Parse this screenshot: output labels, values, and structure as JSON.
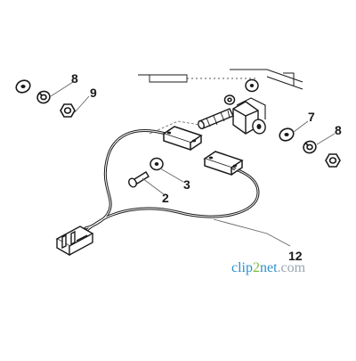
{
  "diagram": {
    "callouts": {
      "p8_top": "8",
      "p9": "9",
      "p7": "7",
      "p8_right": "8",
      "p3": "3",
      "p2": "2",
      "p12": "12"
    },
    "colors": {
      "line": "#1a1a1a",
      "leader": "#666666",
      "background": "#ffffff"
    }
  },
  "watermark": {
    "brand_prefix": "clip",
    "brand_digit": "2",
    "brand_suffix": "net",
    "domain": ".com",
    "colors": {
      "blue": "#2e8fcb",
      "green": "#7bbf3a",
      "grey": "#9aa6b2"
    }
  }
}
